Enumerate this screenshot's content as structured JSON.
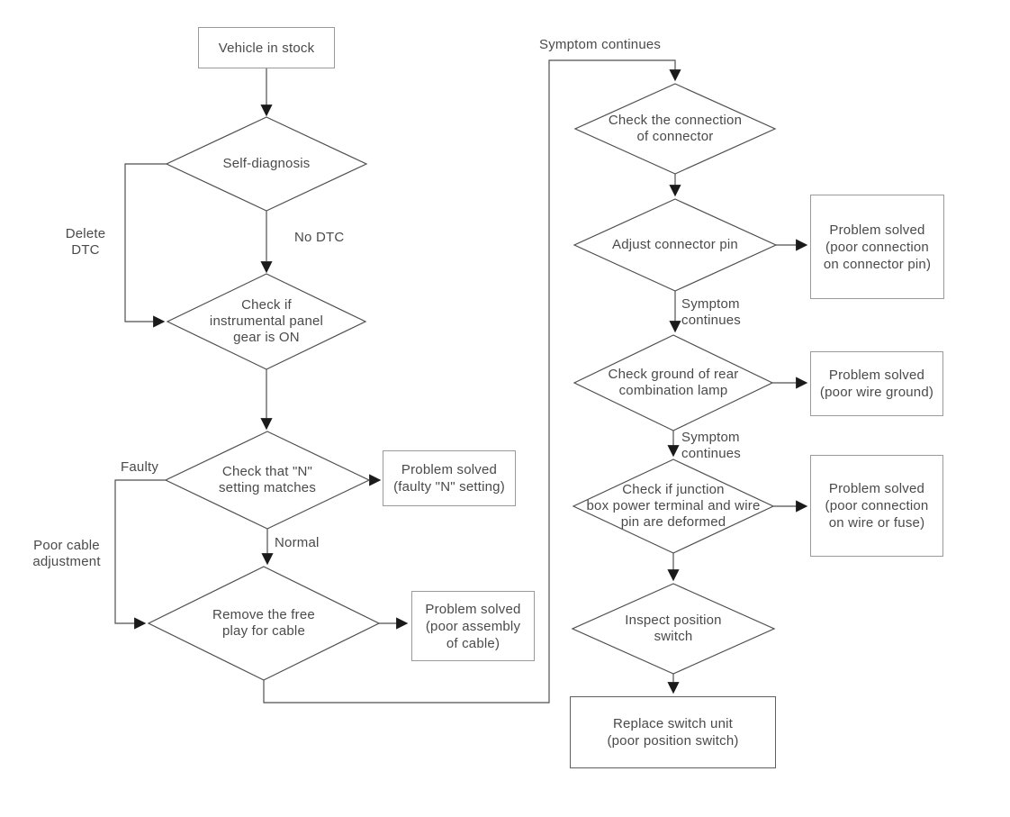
{
  "nodes": {
    "vehicle_in_stock": "Vehicle in stock",
    "self_diagnosis": "Self-diagnosis",
    "instrument_panel_gear": "Check if\ninstrumental panel\ngear is ON",
    "n_setting": "Check that \"N\"\nsetting matches",
    "remove_free_play": "Remove the free\nplay for cable",
    "solved_faulty_n": "Problem solved\n(faulty \"N\" setting)",
    "solved_poor_assembly": "Problem solved\n(poor assembly\nof cable)",
    "check_connection": "Check the connection\nof connector",
    "adjust_connector_pin": "Adjust connector pin",
    "solved_connector_pin": "Problem solved\n(poor connection\non connector pin)",
    "check_ground": "Check ground of rear\ncombination lamp",
    "solved_wire_ground": "Problem solved\n(poor wire ground)",
    "check_junction_box": "Check if junction\nbox power terminal and wire\npin are deformed",
    "solved_wire_fuse": "Problem solved\n(poor connection\non wire or fuse)",
    "inspect_position_switch": "Inspect position\nswitch",
    "replace_switch_unit": "Replace switch unit\n(poor position switch)"
  },
  "edge_labels": {
    "delete_dtc": "Delete\nDTC",
    "no_dtc": "No DTC",
    "faulty": "Faulty",
    "normal": "Normal",
    "poor_cable_adjustment": "Poor cable\nadjustment",
    "symptom_continues_main": "Symptom continues",
    "symptom_continues_2": "Symptom\ncontinues",
    "symptom_continues_3": "Symptom\ncontinues"
  },
  "colors": {
    "background": "#ffffff",
    "line": "#4f4f4f",
    "text": "#4a4a4a",
    "box_border_light": "#9a9a9a",
    "box_border_dark": "#5f5f5f",
    "arrowhead": "#1a1a1a"
  }
}
